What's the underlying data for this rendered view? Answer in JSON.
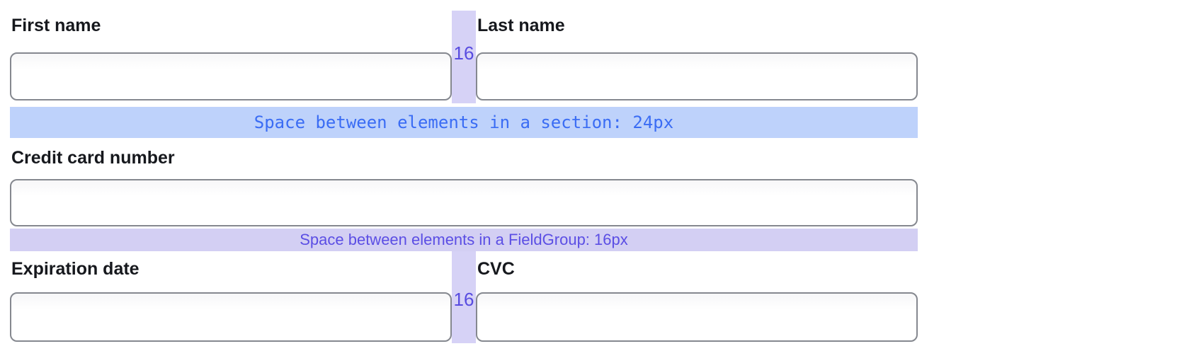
{
  "fields": [
    {
      "label": "First name",
      "value": "",
      "placeholder": ""
    },
    {
      "label": "Last name",
      "value": "",
      "placeholder": ""
    },
    {
      "label": "Credit card number",
      "value": "",
      "placeholder": ""
    },
    {
      "label": "Expiration date",
      "value": "",
      "placeholder": ""
    },
    {
      "label": "CVC",
      "value": "",
      "placeholder": ""
    }
  ],
  "annotations": {
    "section_space_label": "Space between elements in a section: 24px",
    "fieldgroup_space_label": "Space between elements in a FieldGroup: 16px",
    "column_gap_size_label": "16"
  },
  "colors": {
    "section_band_bg": "#bed2fb",
    "section_band_text": "#3a6cf4",
    "fieldgroup_band_bg": "#d3cff3",
    "fieldgroup_band_text": "#5b4ee4",
    "column_gap_band_bg": "#d6d2f6",
    "column_gap_label_text": "#584ce0",
    "input_border": "#85888f",
    "label_text": "#16181d"
  }
}
